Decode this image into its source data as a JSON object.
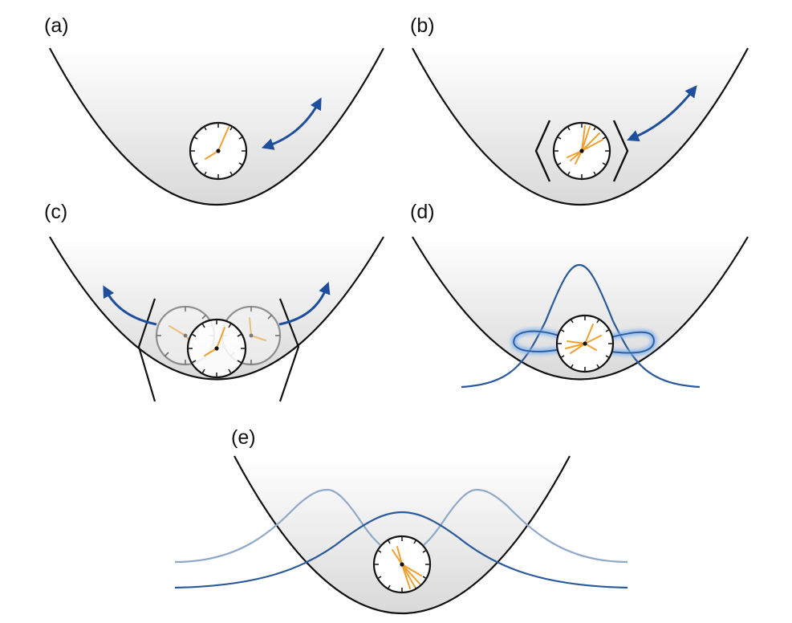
{
  "panels": [
    {
      "label": "(a)"
    },
    {
      "label": "(b)"
    },
    {
      "label": "(c)"
    },
    {
      "label": "(d)"
    },
    {
      "label": "(e)"
    }
  ],
  "colors": {
    "arrow": "#1f4e9c",
    "clock_hand": "#f0a030",
    "wavefunction_dark": "#2a5a9a",
    "wavefunction_light": "#8fa9c8",
    "squeezed_glow": "#7fb2f0",
    "outline": "#111111"
  },
  "icons": [
    "clock-icon",
    "double-headed-arrow-icon",
    "potential-well",
    "wavepacket"
  ]
}
